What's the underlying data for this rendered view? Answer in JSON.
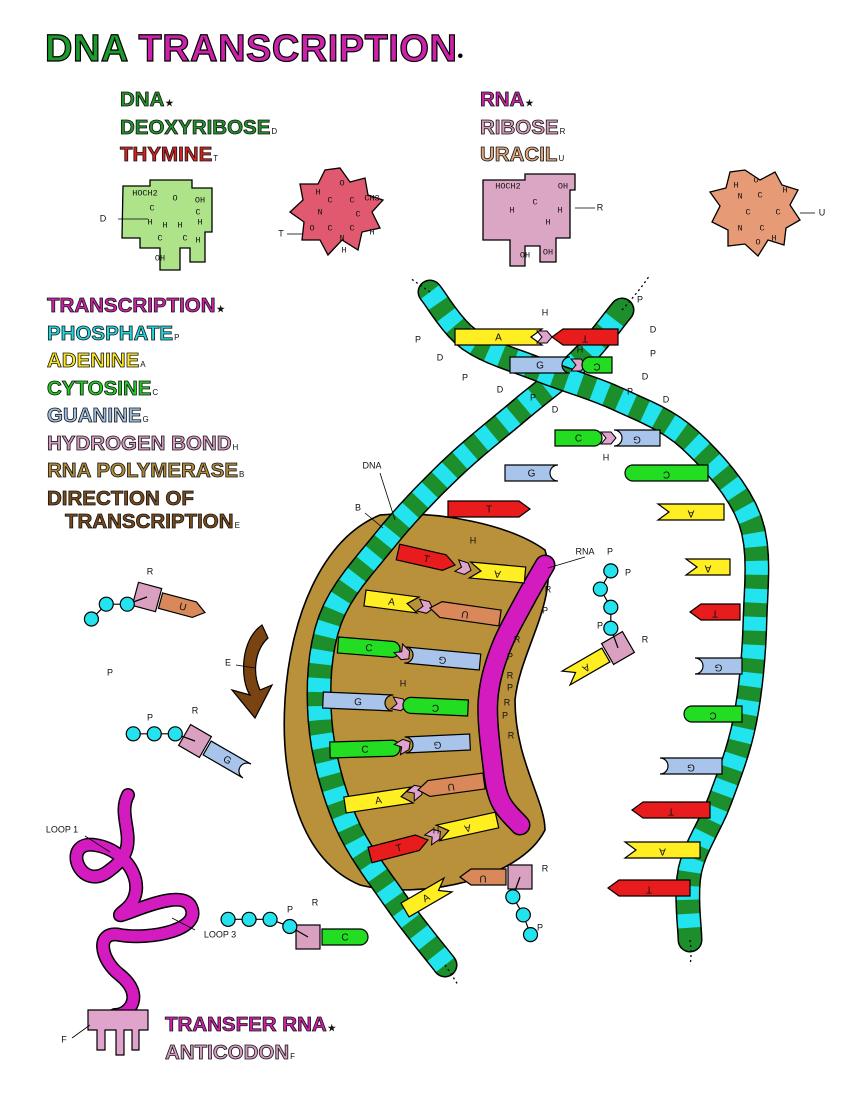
{
  "title": {
    "part1": "DNA",
    "part2": "TRANSCRIPTION",
    "dot": "•"
  },
  "key_left_top": [
    {
      "text": "DNA",
      "mark": "★",
      "cls": "k-dna"
    },
    {
      "text": "DEOXYRIBOSE",
      "mark": "D",
      "cls": "k-deo"
    },
    {
      "text": "THYMINE",
      "mark": "T",
      "cls": "k-thy"
    }
  ],
  "key_right_top": [
    {
      "text": "RNA",
      "mark": "★",
      "cls": "k-rna"
    },
    {
      "text": "RIBOSE",
      "mark": "R",
      "cls": "k-rib"
    },
    {
      "text": "URACIL",
      "mark": "U",
      "cls": "k-ura"
    }
  ],
  "key_middle": [
    {
      "text": "TRANSCRIPTION",
      "mark": "★",
      "cls": "k-tr"
    },
    {
      "text": "PHOSPHATE",
      "mark": "P",
      "cls": "k-ph"
    },
    {
      "text": "ADENINE",
      "mark": "A",
      "cls": "k-ad"
    },
    {
      "text": "CYTOSINE",
      "mark": "C",
      "cls": "k-cy"
    },
    {
      "text": "GUANINE",
      "mark": "G",
      "cls": "k-gu"
    },
    {
      "text": "HYDROGEN BOND",
      "mark": "H",
      "cls": "k-hb"
    },
    {
      "text": "RNA POLYMERASE",
      "mark": "B",
      "cls": "k-pol"
    },
    {
      "text": "DIRECTION OF",
      "mark": "",
      "cls": "k-dir"
    },
    {
      "text": "TRANSCRIPTION",
      "mark": "E",
      "cls": "k-dir"
    }
  ],
  "key_bottom": [
    {
      "text": "TRANSFER RNA",
      "mark": "★",
      "cls": "k-trna"
    },
    {
      "text": "ANTICODON",
      "mark": "F",
      "cls": "k-anti"
    }
  ],
  "molecule_labels": {
    "deoxyribose_atoms": [
      "HOCH2",
      "OH",
      "C",
      "O",
      "H",
      "H",
      "C",
      "H",
      "H",
      "C",
      "C",
      "OH",
      "H"
    ],
    "thymine_atoms": [
      "O",
      "H",
      "C",
      "C",
      "CH3",
      "N",
      "C",
      "O",
      "C",
      "C",
      "H",
      "N",
      "H"
    ],
    "ribose_atoms": [
      "HOCH2",
      "OH",
      "H",
      "H",
      "C",
      "H",
      "OH",
      "OH"
    ],
    "uracil_atoms": [
      "O",
      "H",
      "N",
      "C",
      "H",
      "C",
      "C",
      "N",
      "C",
      "O",
      "H"
    ],
    "pointer_d": "D",
    "pointer_t": "T",
    "pointer_r": "R",
    "pointer_u": "U"
  },
  "diagram_labels": {
    "dna": "DNA",
    "rna": "RNA",
    "b": "B",
    "e": "E",
    "loop1": "LOOP 1",
    "loop3": "LOOP 3",
    "f": "F",
    "p": "P",
    "d": "D",
    "h": "H",
    "r": "R"
  },
  "top_pairs": [
    {
      "l": "A",
      "r": "T"
    },
    {
      "l": "G",
      "r": "C"
    },
    {
      "l": "C",
      "r": "G"
    }
  ],
  "loose_bases": [
    "G",
    "T"
  ],
  "right_strand_bases": [
    "C",
    "A",
    "A",
    "T",
    "G",
    "C",
    "G",
    "T",
    "A",
    "T"
  ],
  "inner_pairs": [
    {
      "l": "T",
      "r": "A"
    },
    {
      "l": "A",
      "r": "U"
    },
    {
      "l": "C",
      "r": "G"
    },
    {
      "l": "G",
      "r": "C"
    },
    {
      "l": "C",
      "r": "G"
    },
    {
      "l": "A",
      "r": "U"
    },
    {
      "l": "T",
      "r": "A"
    }
  ],
  "free_nucleotides": [
    "U",
    "G",
    "A",
    "U",
    "C"
  ],
  "exit_base": "A",
  "rna_backbone_labels": [
    "R",
    "P",
    "R",
    "P",
    "R",
    "P",
    "R",
    "P",
    "R",
    "P",
    "R"
  ],
  "colors": {
    "phosphate": "#22e3ee",
    "dna_backbone": "#1c8f2c",
    "adenine": "#ffee22",
    "thymine": "#e81c1c",
    "cytosine": "#22dd22",
    "guanine": "#a9c4ea",
    "uracil": "#d9885a",
    "hydrogen": "#e0a3cc",
    "polymerase": "#b8913a",
    "rna_backbone": "#d41bbf",
    "ribose": "#d9a1bf",
    "arrow": "#7a4412",
    "deoxyribose_fill": "#aee38a",
    "thymine_fill": "#e0596e",
    "ribose_fill": "#dba6c4",
    "uracil_fill": "#e69a76"
  }
}
